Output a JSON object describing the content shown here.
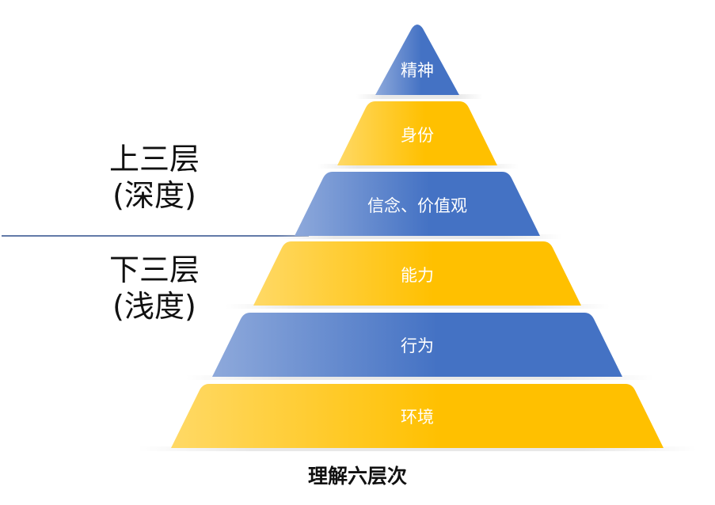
{
  "pyramid": {
    "layers": [
      {
        "label": "精神",
        "color": "blue"
      },
      {
        "label": "身份",
        "color": "gold"
      },
      {
        "label": "信念、价值观",
        "color": "blue"
      },
      {
        "label": "能力",
        "color": "gold"
      },
      {
        "label": "行为",
        "color": "blue"
      },
      {
        "label": "环境",
        "color": "gold"
      }
    ]
  },
  "labels": {
    "upper_line1": "上三层",
    "upper_line2": "(深度)",
    "lower_line1": "下三层",
    "lower_line2": "(浅度)"
  },
  "caption": "理解六层次",
  "colors": {
    "blue_dark": "#4472C4",
    "blue_light": "#8EA9DB",
    "gold_dark": "#FFC000",
    "gold_light": "#FFD966",
    "divider": "#2E4E8C"
  }
}
